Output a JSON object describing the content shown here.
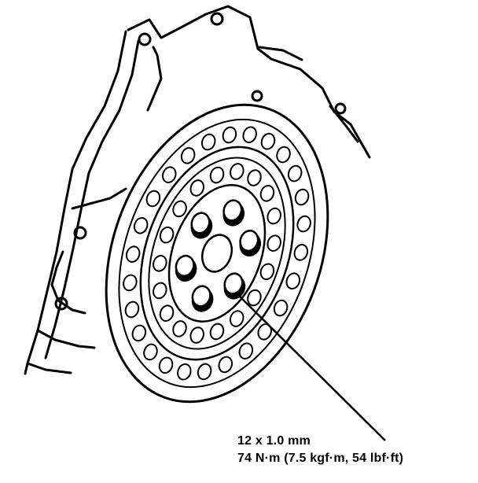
{
  "callout": {
    "size": "12 x 1.0 mm",
    "torque": "74 N·m (7.5 kgf·m, 54 lbf·ft)"
  },
  "colors": {
    "ink": "#000000",
    "paper": "#ffffff"
  },
  "icons": [
    "engine-block-outline",
    "drive-plate",
    "mounting-bolt",
    "leader-line"
  ],
  "bolt_count": 6
}
